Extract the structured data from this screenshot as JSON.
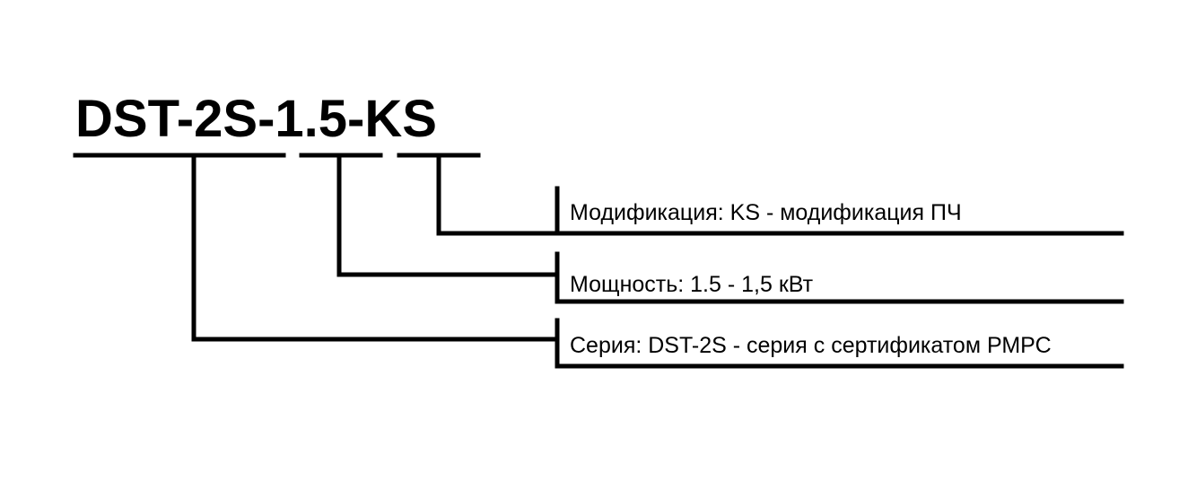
{
  "model_code": {
    "segments": [
      {
        "key": "series",
        "text": "DST-2S"
      },
      {
        "key": "sep1",
        "text": "-"
      },
      {
        "key": "power",
        "text": "1.5"
      },
      {
        "key": "sep2",
        "text": "-"
      },
      {
        "key": "modification",
        "text": "KS"
      }
    ]
  },
  "labels": {
    "modification": "Модификация: KS - модификация ПЧ",
    "power": "Мощность: 1.5 - 1,5 кВт",
    "series": "Серия: DST-2S - серия с сертификатом РМРС"
  },
  "colors": {
    "line": "#000000",
    "text": "#000000",
    "background": "#ffffff"
  }
}
